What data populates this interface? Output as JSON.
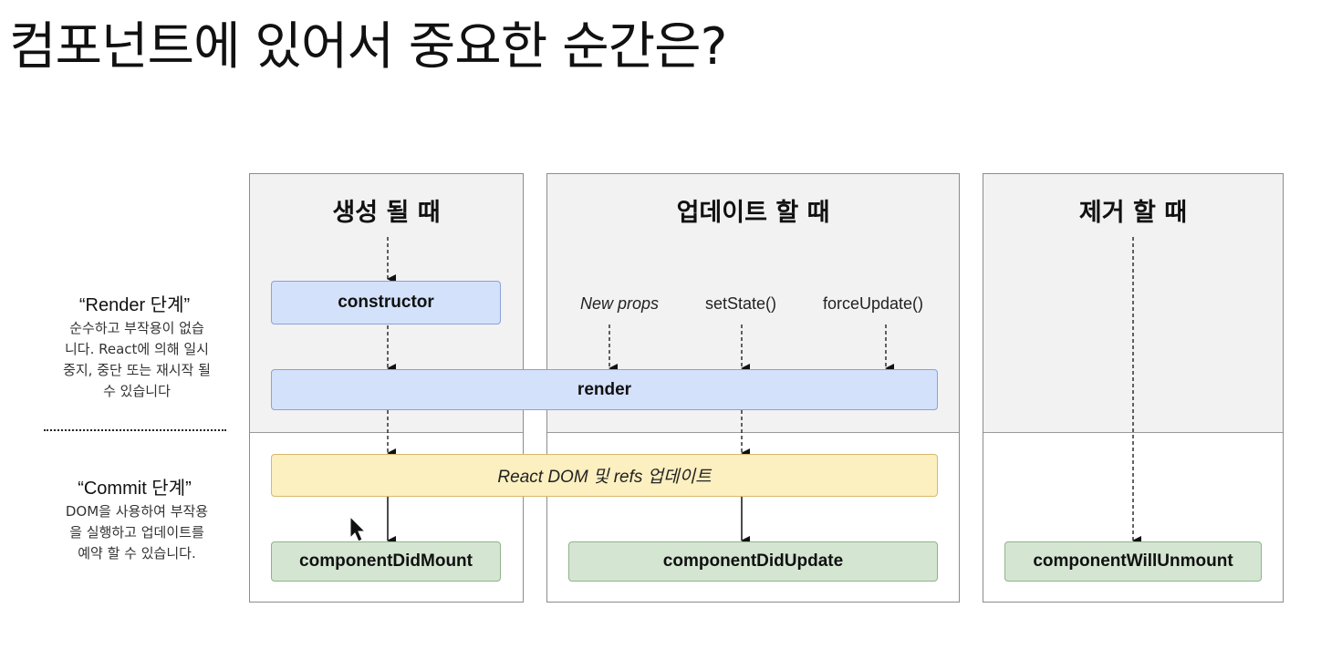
{
  "slide_title": "컴포넌트에 있어서 중요한 순간은?",
  "phases": {
    "render": {
      "title": "“Render 단계”",
      "desc_lines": [
        "순수하고 부작용이 없습",
        "니다. React에 의해 일시",
        "중지, 중단 또는 재시작 될",
        "수 있습니다"
      ]
    },
    "commit": {
      "title": "“Commit 단계”",
      "desc_lines": [
        "DOM을 사용하여 부작용",
        "을 실행하고 업데이트를",
        "예약 할 수 있습니다."
      ]
    }
  },
  "columns": {
    "mount": "생성 될 때",
    "update": "업데이트 할 때",
    "unmount": "제거 할 때"
  },
  "triggers": {
    "new_props": "New props",
    "set_state": "setState()",
    "force_update": "forceUpdate()"
  },
  "boxes": {
    "constructor": "constructor",
    "render": "render",
    "react_dom": "React DOM 및 refs 업데이트",
    "did_mount": "componentDidMount",
    "did_update": "componentDidUpdate",
    "will_unmount": "componentWillUnmount"
  },
  "colors": {
    "render_box": "#d4e1fb",
    "commit_box": "#fcefc0",
    "lifecycle_box": "#d4e6d2",
    "panel_top": "#f2f2f2"
  }
}
